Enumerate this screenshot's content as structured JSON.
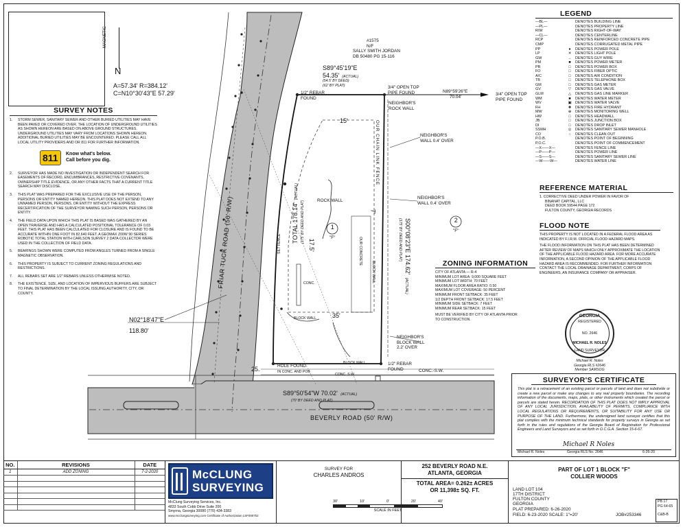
{
  "north_arrow": {
    "label": "MAGNETIC",
    "letter": "N"
  },
  "owner_north": {
    "lot": "#1575",
    "nf": "N/F",
    "name": "SALLY SMITH JORDAN",
    "deed": "DB 50480 PG 15-116"
  },
  "curve": {
    "line1": "A=57.34'  R=384.12'",
    "line2": "C=N10°30'43\"E 57.29'"
  },
  "survey_notes": {
    "title": "SURVEY NOTES",
    "items": [
      {
        "num": "1.",
        "text": "STORM SEWER, SANITARY SEWER AND OTHER BURIED UTILITIES MAY HAVE BEEN PAVED OR COVERED OVER. THE LOCATION OF UNDERGROUND UTILITIES AS SHOWN HEREON ARE BASED ON ABOVE GROUND STRUCTURES. UNDERGROUND UTILITIES MAY VARY FROM LOCATIONS SHOWN HEREON. ADDITIONAL BURIED UTILITIES MAY BE ENCOUNTERED. PLEASE CALL ALL LOCAL UTILITY PROVIDERS AND OR 811 FOR FURTHER INFORMATION."
      },
      {
        "num": "2.",
        "text": "SURVEYOR HAS MADE NO INVESTIGATION OR INDEPENDENT SEARCH FOR EASEMENTS OF RECORD, ENCUMBRANCES, RESTRICTIVE COVENANTS, OWNERSHIP TITLE EVIDENCE, OR ANY OTHER FACTS THAT A CURRENT TITLE SEARCH MAY DISCLOSE."
      },
      {
        "num": "3.",
        "text": "THIS PLAT WAS PREPARED FOR THE EXCLUSIVE USE OF THE PERSON, PERSONS OR ENTITY NAMED HEREON. THIS PLAT DOES NOT EXTEND TO ANY UNNAMED PERSON, PERSONS, OR ENTITY WITHOUT THE EXPRESS RECERTIFICATION OF THE SURVEYOR NAMING SUCH PERSON, PERSONS OR ENTITY."
      },
      {
        "num": "4.",
        "text": "THE FIELD DATA UPON WHICH THIS PLAT IS BASED WAS GATHERED BY AN OPEN TRAVERSE AND HAS A CALCULATED POSITIONAL TOLERANCE OF 0.03 FEET. THIS PLAT HAS BEEN CALCULATED FOR CLOSURE AND IS FOUND TO BE ACCURATE WITHIN ONE FOOT IN 82,640 FEET. A GEOMAX Z00W 90 SERIES ROBOTIC TOTAL STATION WITH CARLSON SURVEY 2 DATA COLLECTOR WERE USED IN THE COLLECTION OF FIELD DATA."
      },
      {
        "num": "5.",
        "text": "BEARINGS SHOWN WERE COMPUTED FROM ANGLES TURNED FROM A SINGLE MAGNETIC OBSERVATION."
      },
      {
        "num": "6.",
        "text": "THIS PROPERTY IS SUBJECT TO CURRENT ZONING REGULATIONS AND RESTRICTIONS."
      },
      {
        "num": "7.",
        "text": "ALL REBARS SET ARE 1/2\" REBARS UNLESS OTHERWISE NOTED."
      },
      {
        "num": "8.",
        "text": "THE EXISTENCE, SIZE, AND LOCATION OF IMPERVIOUS BUFFERS ARE SUBJECT TO FINAL DETERMINATION BY THE LOCAL ISSUING AUTHORITY, CITY, OR COUNTY."
      }
    ],
    "badge_811": "811",
    "badge_text1": "Know what's below.",
    "badge_text2": "Call before you dig."
  },
  "plat": {
    "road_left": "FRIAR TUCK ROAD (50' R/W)",
    "road_bottom": "BEVERLY ROAD (50' R/W)",
    "bearing_top": "S89°45'19\"E",
    "dist_top": "54.35'",
    "dist_top_actual": "(ACTUAL)",
    "dist_top_deed": "(54.5' BY DEED)",
    "dist_top_plat": "(62' BY PLAT)",
    "rebar_top": "1/2\" REBAR",
    "found_top": "FOUND",
    "pipe_found_1": "3/4\" OPEN TOP",
    "pipe_found_2": "PIPE FOUND",
    "bearing_east": "N89°59'26\"E",
    "dist_east": "70.04'",
    "pipe_east_1": "3/4\" OPEN TOP",
    "pipe_east_2": "PIPE FOUND",
    "rock_wall_n": "NEIGHBOR'S",
    "rock_wall_n2": "ROCK WALL",
    "setback_top": "15'",
    "chain_fence": "OUR CHAIN LINK FENCE",
    "wall_over_1a": "NEIGHBOR'S",
    "wall_over_1b": "WALL 0.4' OVER",
    "wall_over_2a": "NEIGHBOR'S",
    "wall_over_2b": "WALL 0.4' OVER",
    "wall_over_3a": "NEIGHBOR'S",
    "wall_over_3b": "BLOCK WALL",
    "wall_over_3c": "2.2' OVER",
    "rock_wall": "ROCK WALL",
    "lot_1": "1",
    "block_f_1": "\"F\"",
    "lot_2": "2",
    "block_f_2": "\"F\"",
    "setback_right": "7'",
    "setback_left": "17.5'",
    "setback_bottom": "35'",
    "total_left": "TOTAL 178.14'",
    "total_left_actual": "(ACTUAL)",
    "total_left_deed": "(175' BY DEED AND PLAT)",
    "bearing_right": "S00°08'23\"E  174.62'",
    "bearing_right_actual": "(ACTUAL)",
    "bearing_right_deed": "(175' BY DEED AND PLAT)",
    "our_concrete": "OUR CONCRETE",
    "block_wall_right": "BLOCK WALL",
    "conc": "CONC.",
    "block_wall_1": "BLOCK WALL",
    "block_wall_2": "BLOCK WALL",
    "silt_fence": "SILT FENCE",
    "bearing_w": "N02°18'47\"E",
    "dist_w": "118.80'",
    "hole_found": "HOLE FOUND",
    "rebar_bottom": "1/2\" REBAR",
    "found_bottom": "FOUND",
    "conc_sw_1": "IN  CONC. AND POB",
    "conc_sw_2": "CONC. S.W.",
    "conc_sw_3": "CONC.-S.W.",
    "dist_25": "25.",
    "bearing_bottom": "S89°50'54\"W  70.02'",
    "bearing_bottom_actual": "(ACTUAL)",
    "bearing_bottom_deed": "(70' BY DEED AND PLAT)"
  },
  "legend": {
    "title": "LEGEND",
    "items": [
      {
        "sym": "—BL—",
        "glyph": "",
        "desc": "DENOTES BUILDING LINE"
      },
      {
        "sym": "—PL—",
        "glyph": "",
        "desc": "DENOTES PROPERTY LINE"
      },
      {
        "sym": "R/W",
        "glyph": "",
        "desc": "DENOTES RIGHT-OF-WAY"
      },
      {
        "sym": "—CL—",
        "glyph": "",
        "desc": "DENOTES CENTERLINE"
      },
      {
        "sym": "RCP",
        "glyph": "",
        "desc": "DENOTES REINFORCED CONCRETE PIPE"
      },
      {
        "sym": "CMP",
        "glyph": "",
        "desc": "DENOTES CORRUGATED METAL PIPE"
      },
      {
        "sym": "PP",
        "glyph": "●",
        "desc": "DENOTES POWER POLE"
      },
      {
        "sym": "LP",
        "glyph": "☀",
        "desc": "DENOTES LIGHT POLE"
      },
      {
        "sym": "GW",
        "glyph": "→",
        "desc": "DENOTES GUY WIRE"
      },
      {
        "sym": "PM",
        "glyph": "■",
        "desc": "DENOTES POWER METER"
      },
      {
        "sym": "PB",
        "glyph": "□",
        "desc": "DENOTES POWER BOX"
      },
      {
        "sym": "FO",
        "glyph": "□",
        "desc": "DENOTES FIBER OPTIC"
      },
      {
        "sym": "A/C",
        "glyph": "□",
        "desc": "DENOTES AIR CONDITION"
      },
      {
        "sym": "TB",
        "glyph": "□",
        "desc": "DENOTES TELEPHONE BOX"
      },
      {
        "sym": "GM",
        "glyph": "□",
        "desc": "DENOTES GAS METER"
      },
      {
        "sym": "GV",
        "glyph": "▽",
        "desc": "DENOTES GAS VALVE"
      },
      {
        "sym": "GLM",
        "glyph": "△",
        "desc": "DENOTES GAS LINE MARKER"
      },
      {
        "sym": "WM",
        "glyph": "■",
        "desc": "DENOTES WATER METER"
      },
      {
        "sym": "WV",
        "glyph": "▣",
        "desc": "DENOTES WATER VALVE"
      },
      {
        "sym": "FH",
        "glyph": "✚",
        "desc": "DENOTES FIRE HYDRANT"
      },
      {
        "sym": "MW",
        "glyph": "⊕",
        "desc": "DENOTES MONITORING WELL"
      },
      {
        "sym": "HW",
        "glyph": "□",
        "desc": "DENOTES HEADWALL"
      },
      {
        "sym": "JB",
        "glyph": "□",
        "desc": "DENOTES JUNCTION BOX"
      },
      {
        "sym": "DI",
        "glyph": "□",
        "desc": "DENOTES DROP INLET"
      },
      {
        "sym": "SSMH",
        "glyph": "◎",
        "desc": "DENOTES SANITARY SEWER MANHOLE"
      },
      {
        "sym": "CO",
        "glyph": "○",
        "desc": "DENOTES CLEAN OUT"
      },
      {
        "sym": "P.O.B.",
        "glyph": "",
        "desc": "DENOTES POINT OF BEGINNING"
      },
      {
        "sym": "P.O.C.",
        "glyph": "",
        "desc": "DENOTES POINT OF COMMENCEMENT"
      },
      {
        "sym": "—X——X—",
        "glyph": "",
        "desc": "DENOTES FENCE LINE"
      },
      {
        "sym": "—P——P—",
        "glyph": "",
        "desc": "DENOTES POWER LINE"
      },
      {
        "sym": "—S——S—",
        "glyph": "",
        "desc": "DENOTES SANITARY SEWER LINE"
      },
      {
        "sym": "—W——W—",
        "glyph": "",
        "desc": "DENOTES WATER LINE"
      }
    ]
  },
  "reference": {
    "title": "REFERENCE MATERIAL",
    "line1": "1. CORRECTIVE DEED UNDER POWER IN FAVOR OF",
    "line2": "BINANAT CAPITAL, LLC",
    "line3": "DEED BOOK 59544 PAGE 172",
    "line4": "FULTON COUNTY, GEORGIA RECORDS"
  },
  "flood": {
    "title": "FLOOD NOTE",
    "p1": "THIS PROPERTY IS NOT LOCATED IN A FEDERAL FLOOD AREA AS INDICATED BY F.I.R.M. OFFICIAL FLOOD HAZARD MAPS.",
    "p2": "THE FLOOD INFORMATION ON THIS PLAT HAS BEEN DETERMINED AFTER REVIEW OF MAPS WHICH ONLY APPROXIMATE THE LOCATION OF THE APPLICABLE FLOOD HAZARD AREA. FOR MORE ACCURATE INFORMATION, A SECOND OPINION OF THE APPLICABLE FLOOD HAZARD AREA IS RECOMMENDED. FOR FURTHER INFORMATION CONTACT THE LOCAL DRAINAGE DEPARTMENT, CORPS OF ENGINEERS, AN INSURANCE COMPANY OR APPRAISER."
  },
  "zoning": {
    "title": "ZONING INFORMATION",
    "lines": [
      "CITY OF ATLANTA — R-4",
      "MINIMUM LOT AREA: 9,000 SQUARE FEET",
      "MINIMUM LOT WIDTH: 70 FEET",
      "MAXIMUM FLOOR AREA RATIO: 0.50",
      "MAXIMUM LOT COVERAGE: 50 PERCENT",
      "MINIMUM FRONT SETBACK: 35 FEET",
      "1/2 DEPTH FRONT SETBACK: 17.5 FEET",
      "MINIMUM SIDE SETBACK: 7 FEET",
      "MINIMUM REAR SETBACK: 15 FEET"
    ],
    "footer1": "MUST BE VERIFIED BY CITY OF ATLANTA PRIOR",
    "footer2": "TO CONSTRUCTION."
  },
  "seal": {
    "top": "GEORGIA",
    "registered": "REGISTERED",
    "no": "NO.  2646",
    "name": "MICHAEL R. NOLES",
    "land": "LAND SURVEYOR",
    "caption1": "Michael R. Noles",
    "caption2": "Georgia RLS #2646",
    "caption3": "Member SAMSOG"
  },
  "certificate": {
    "title": "SURVEYOR'S CERTIFICATE",
    "body": "This plat is a retracement of an existing parcel or parcels of land and does not subdivide or create a new parcel or make any changes to any real property boundaries. The recording information of the documents, maps, plats, or other instruments which created the parcel or parcels are stated herein. RECORDATION OF THIS PLAT DOES NOT IMPLY APPROVAL OF ANY LOCAL JURISDICTION, AVAILABILITY OF PERMITS, COMPLIANCE WITH LOCAL REGULATIONS OR REQUIREMENTS, OR SUITABILITY FOR ANY USE OR PURPOSE OF THE LAND. Furthermore, the undersigned land surveyor certifies that this plat complies with the minimum technical standards for property surveys in Georgia as set forth in the rules and regulations of the Georgia Board of Registration for Professional Engineers and Land Surveyors and as set forth in O.C.G.A. Section 15-6-67.",
    "signature": "Michael R Noles",
    "name_line": "Michael R. Noles",
    "rls": "Georgia RLS No. 2646",
    "date": "6-26-20"
  },
  "title_block": {
    "revisions_no": "NO.",
    "revisions_title": "REVISIONS",
    "revisions_date": "DATE",
    "rev1_no": "1",
    "rev1_text": "ADD ZONING",
    "rev1_date": "7-2-2020",
    "company_name1": "McCLUNG",
    "company_name2": "SURVEYING",
    "company_addr1": "McClung Surveying Services, Inc.",
    "company_addr2": "4833 South Cobb Drive Suite 200",
    "company_addr3": "Smyrna, Georgia 30080 (770) 434-3383",
    "company_addr4": "www.mcclungsurveying.com  Certificate of Authorization LSF000752",
    "survey_for": "SURVEY FOR",
    "client": "CHARLES ANDROS",
    "address1": "252 BEVERLY ROAD N.E.",
    "address2": "ATLANTA, GEORGIA",
    "area1": "TOTAL AREA= 0.262± ACRES",
    "area2": "OR 11,398± SQ. FT.",
    "scale_0": "30'",
    "scale_1": "10'",
    "scale_2": "0'",
    "scale_3": "20'",
    "scale_4": "40'",
    "scale_label": "SCALE IN FEET",
    "lot_line1": "PART OF LOT 1 BLOCK \"F\"",
    "lot_line2": "COLLIER WOODS",
    "land_lot": "LAND LOT 104",
    "district": "17TH DISTRICT",
    "county": "FULTON COUNTY",
    "state": "GEORGIA",
    "plat_prepared": "PLAT PREPARED: 6-26-2020",
    "field": "FIELD: 6-23-2020  SCALE: 1\"=20'",
    "job": "JOB#253346",
    "pb": "PB 17",
    "pg": "PG 64-65",
    "cb": "C&B-B"
  }
}
